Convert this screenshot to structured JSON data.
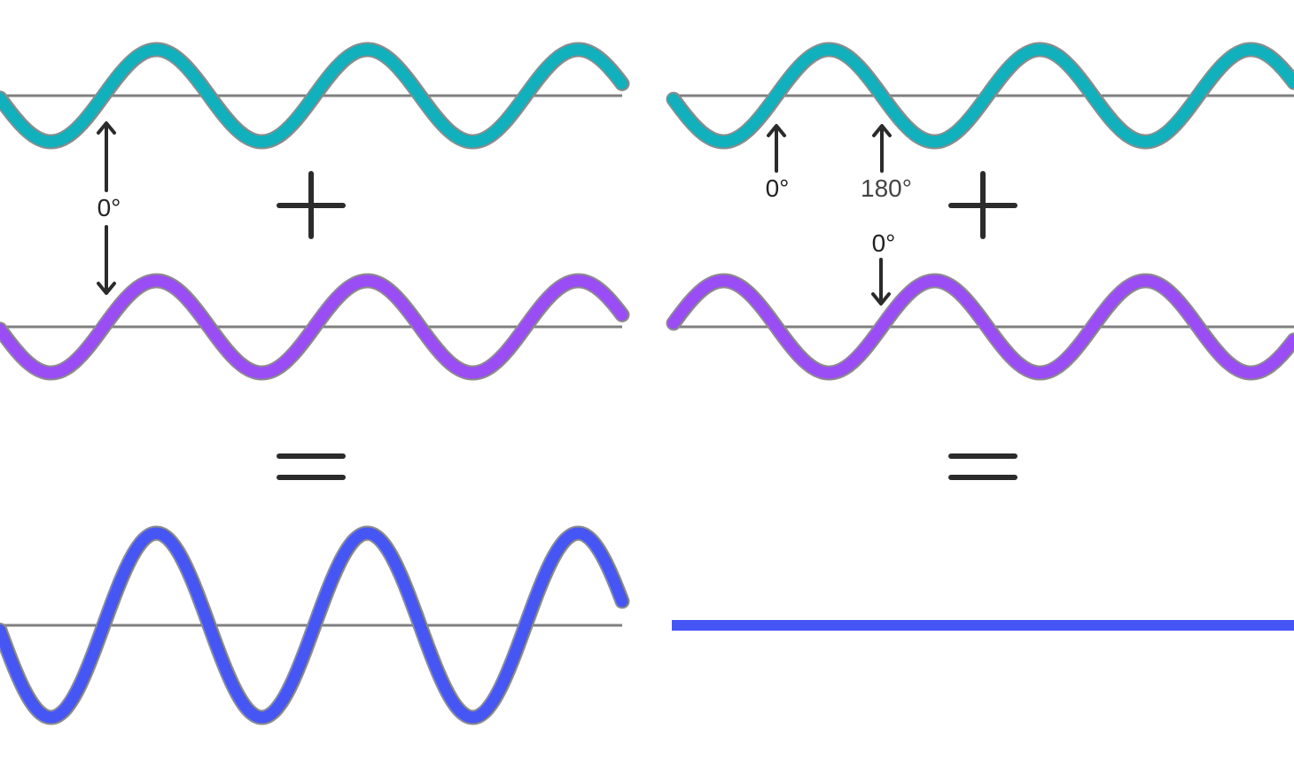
{
  "colors": {
    "wave1": "#10b0bd",
    "wave2": "#9a4cf5",
    "result": "#4656f5",
    "baseline": "#7f7f7f",
    "wave_edge": "#8c8c8c",
    "symbols": "#2b2b2b"
  },
  "panels": [
    {
      "id": "in-phase",
      "operator_plus": "+",
      "operator_equals": "=",
      "labels": {
        "phase_top": "0°"
      },
      "wave1": {
        "amplitude": 1,
        "phase_deg": 0
      },
      "wave2": {
        "amplitude": 1,
        "phase_deg": 0
      },
      "result": {
        "amplitude": 2
      }
    },
    {
      "id": "out-of-phase",
      "operator_plus": "+",
      "operator_equals": "=",
      "labels": {
        "phase_a": "0°",
        "phase_b": "180°",
        "phase_c": "0°"
      },
      "wave1": {
        "amplitude": 1,
        "phase_deg": 0
      },
      "wave2": {
        "amplitude": 1,
        "phase_deg": 180
      },
      "result": {
        "amplitude": 0
      }
    }
  ]
}
